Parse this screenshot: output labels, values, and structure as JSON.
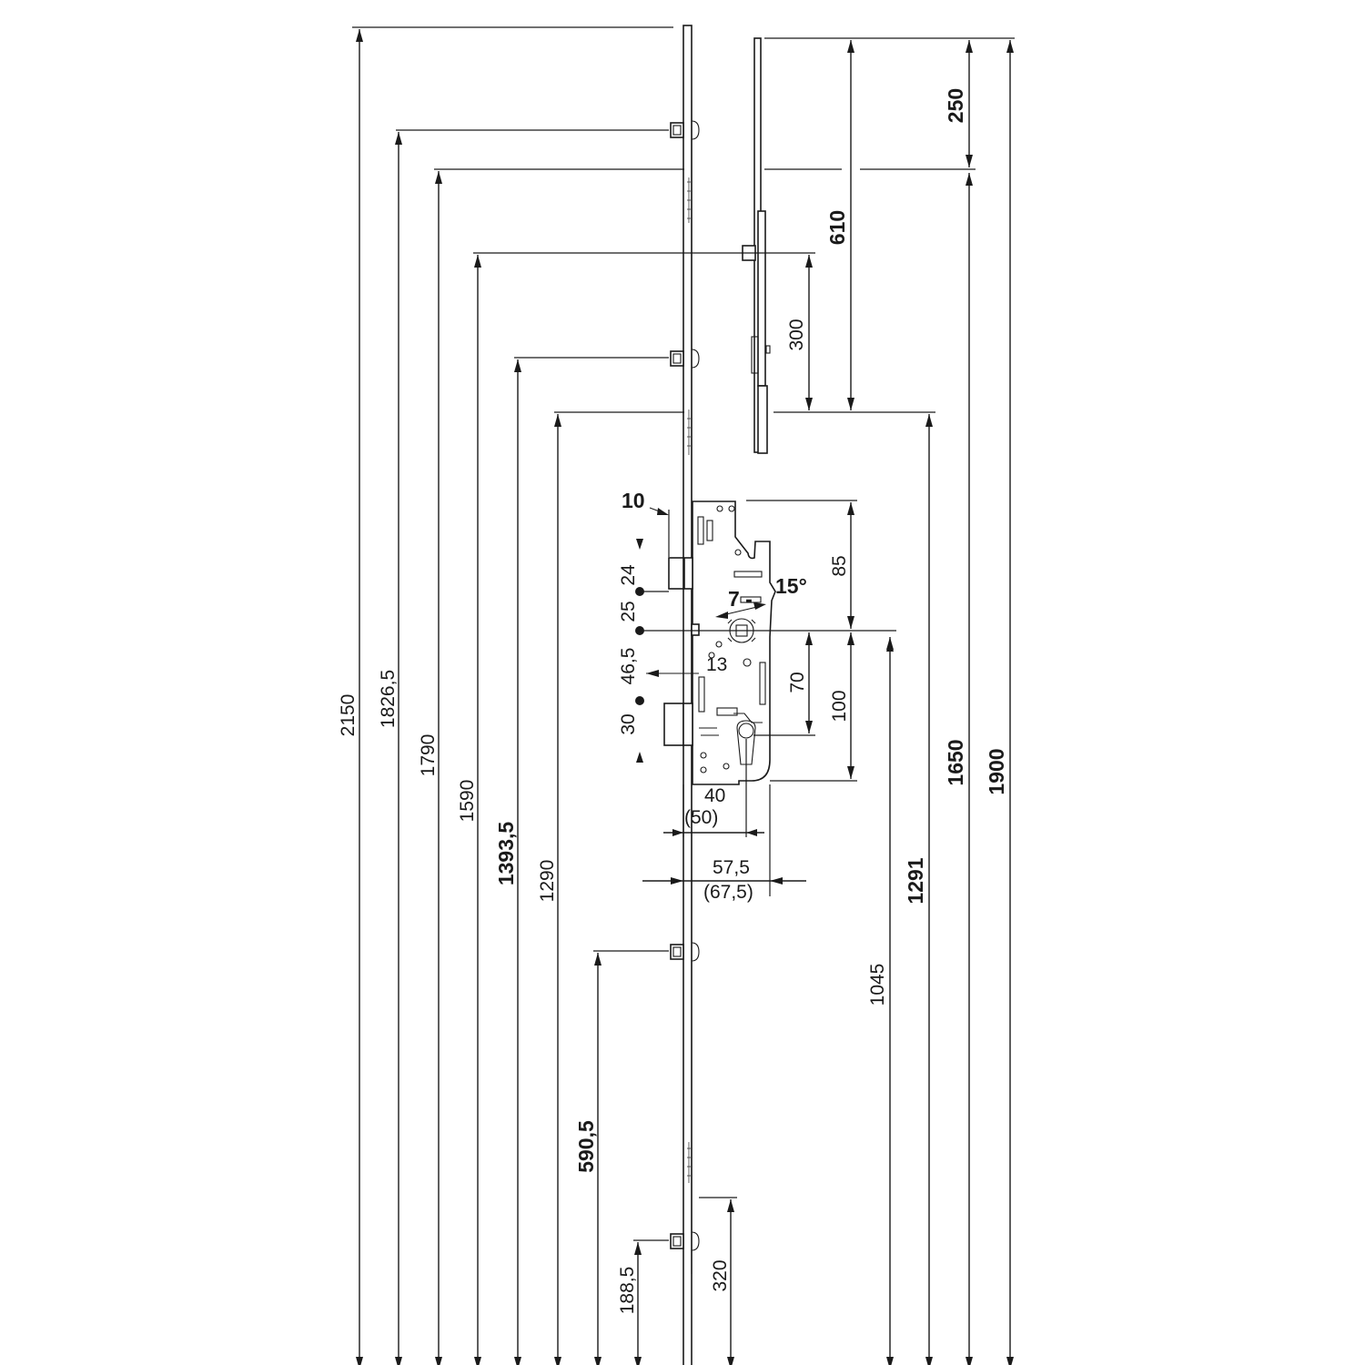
{
  "labels": {
    "d2150": "2150",
    "d1826": "1826,5",
    "d1790": "1790",
    "d1590": "1590",
    "d1393": "1393,5",
    "d1290": "1290",
    "d590": "590,5",
    "d188": "188,5",
    "d320": "320",
    "d250": "250",
    "d610": "610",
    "d300": "300",
    "d1291": "1291",
    "d1650": "1650",
    "d1900": "1900",
    "d1045": "1045",
    "d10": "10",
    "d24": "24",
    "d25": "25",
    "d46": "46,5",
    "d30": "30",
    "d13": "13",
    "d85": "85",
    "d70": "70",
    "d100": "100",
    "d7": "7 -",
    "d15": "15°",
    "d40": "40",
    "d50": "(50)",
    "d57": "57,5",
    "d67": "(67,5)"
  }
}
